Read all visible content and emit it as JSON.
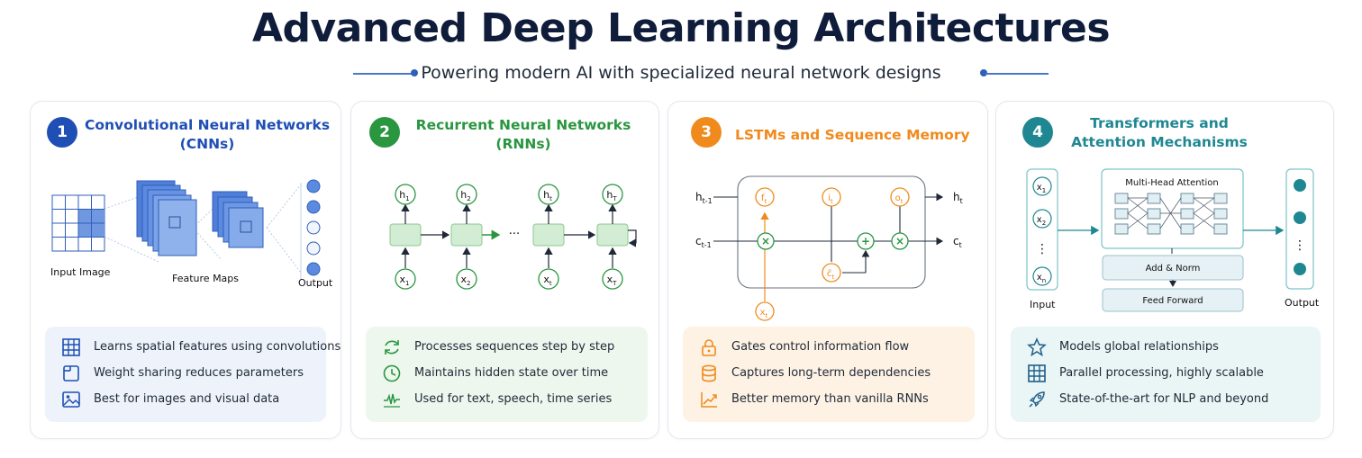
{
  "header": {
    "title": "Advanced Deep Learning Architectures",
    "subtitle": "Powering modern AI with specialized neural network designs"
  },
  "colors": {
    "cnn": "#1f4fb5",
    "rnn": "#2a9640",
    "lstm": "#f08a1c",
    "transformer": "#1f8792"
  },
  "cards": [
    {
      "number": "1",
      "title_line1": "Convolutional Neural Networks",
      "title_line2": "(CNNs)",
      "diagram": {
        "input_label": "Input Image",
        "feature_label": "Feature Maps",
        "output_label": "Output"
      },
      "features": [
        {
          "icon": "grid-icon",
          "text": "Learns spatial features using convolutions"
        },
        {
          "icon": "share-square-icon",
          "text": "Weight sharing reduces parameters"
        },
        {
          "icon": "image-icon",
          "text": "Best for images and visual data"
        }
      ]
    },
    {
      "number": "2",
      "title_line1": "Recurrent Neural Networks",
      "title_line2": "(RNNs)",
      "diagram": {
        "hidden": [
          "h",
          "h",
          "h",
          "h"
        ],
        "hidden_sub": [
          "1",
          "2",
          "t",
          "T"
        ],
        "inputs": [
          "x",
          "x",
          "x",
          "x"
        ],
        "inputs_sub": [
          "1",
          "2",
          "t",
          "T"
        ],
        "ellipsis": "···"
      },
      "features": [
        {
          "icon": "refresh-icon",
          "text": "Processes sequences step by step"
        },
        {
          "icon": "clock-icon",
          "text": "Maintains hidden state over time"
        },
        {
          "icon": "waveform-icon",
          "text": "Used for text, speech, time series"
        }
      ]
    },
    {
      "number": "3",
      "title_line1": "LSTMs and Sequence Memory",
      "title_line2": "",
      "diagram": {
        "h_prev": "h",
        "h_prev_sub": "t-1",
        "c_prev": "c",
        "c_prev_sub": "t-1",
        "h_out": "h",
        "h_out_sub": "t",
        "c_out": "c",
        "c_out_sub": "t",
        "forget": "f",
        "forget_sub": "t",
        "input_gate": "i",
        "input_gate_sub": "t",
        "output_gate": "o",
        "output_gate_sub": "t",
        "candidate": "c̃",
        "candidate_sub": "t",
        "x_in": "x",
        "x_in_sub": "t",
        "mult": "×",
        "add": "+"
      },
      "features": [
        {
          "icon": "lock-icon",
          "text": "Gates control information flow"
        },
        {
          "icon": "database-icon",
          "text": "Captures long-term dependencies"
        },
        {
          "icon": "trend-chart-icon",
          "text": "Better memory than vanilla RNNs"
        }
      ]
    },
    {
      "number": "4",
      "title_line1": "Transformers and",
      "title_line2": "Attention Mechanisms",
      "diagram": {
        "inputs": [
          "x",
          "x",
          "x"
        ],
        "inputs_sub": [
          "1",
          "2",
          "n"
        ],
        "vdots": "⋮",
        "input_label": "Input",
        "output_label": "Output",
        "attention_label": "Multi-Head Attention",
        "addnorm_label": "Add & Norm",
        "ff_label": "Feed Forward"
      },
      "features": [
        {
          "icon": "star-icon",
          "text": "Models global relationships"
        },
        {
          "icon": "grid-icon",
          "text": "Parallel processing, highly scalable"
        },
        {
          "icon": "rocket-icon",
          "text": "State-of-the-art for NLP and beyond"
        }
      ]
    }
  ]
}
